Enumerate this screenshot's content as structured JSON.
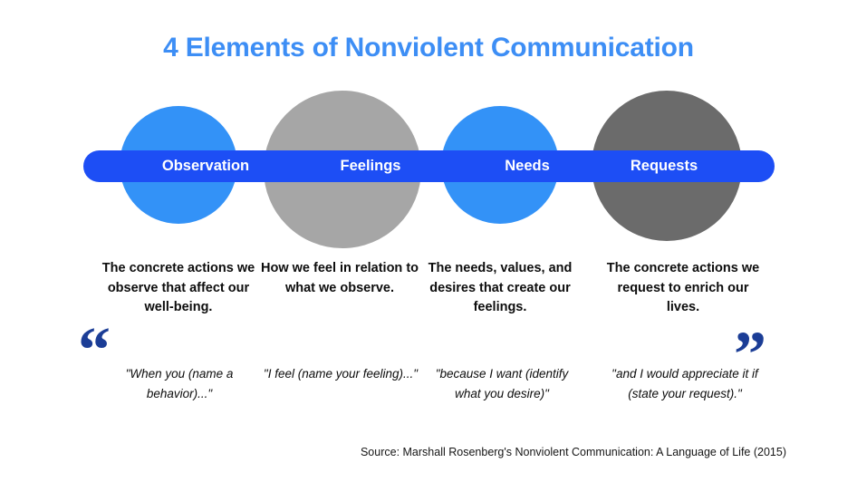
{
  "title": "4 Elements of Nonviolent Communication",
  "colors": {
    "title_blue": "#3d8ef5",
    "pill_blue": "#1d4ef5",
    "circle_blue": "#3392f7",
    "circle_gray_light": "#a6a6a6",
    "circle_gray_dark": "#6b6b6b",
    "quote_navy": "#1b3d96",
    "text_black": "#0d0d0d",
    "background": "#ffffff"
  },
  "elements": [
    {
      "label": "Observation",
      "description": "The concrete actions we observe that affect our well-being.",
      "quote": "\"When you (name a behavior)...\"",
      "circle_color": "#3392f7"
    },
    {
      "label": "Feelings",
      "description": "How we feel in relation to what we observe.",
      "quote": "\"I feel (name your feeling)...\"",
      "circle_color": "#a6a6a6"
    },
    {
      "label": "Needs",
      "description": "The needs, values, and desires that create our feelings.",
      "quote": "\"because I want (identify what you desire)\"",
      "circle_color": "#3392f7"
    },
    {
      "label": "Requests",
      "description": "The concrete actions we request to enrich our lives.",
      "quote": "\"and I would appreciate it if (state your request).\"",
      "circle_color": "#6b6b6b"
    }
  ],
  "decorations": {
    "quote_open_glyph": "“",
    "quote_close_glyph": "”"
  },
  "source": "Source: Marshall Rosenberg's Nonviolent Communication: A Language of Life (2015)"
}
